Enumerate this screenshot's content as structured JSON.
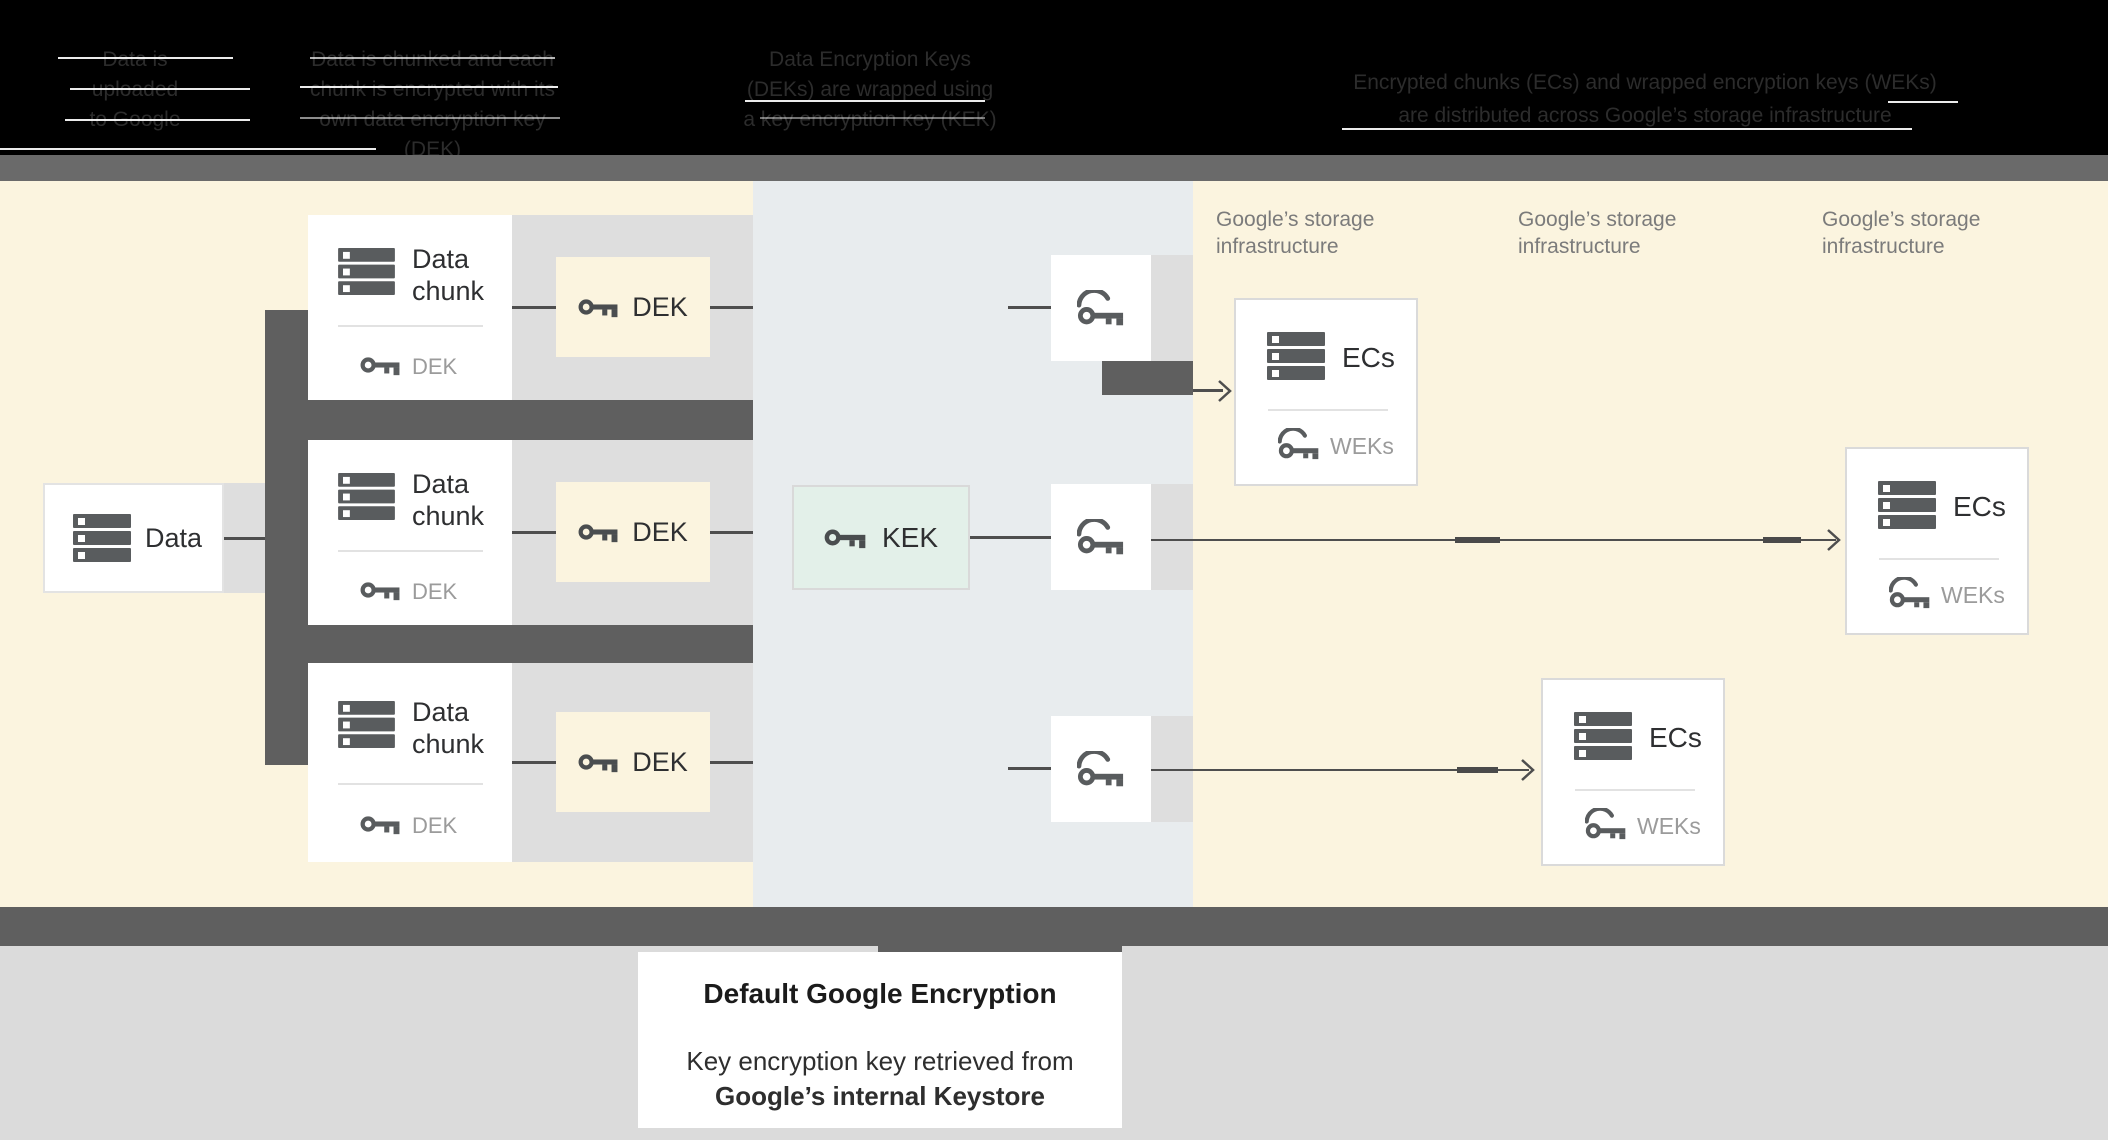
{
  "header": {
    "steps": [
      {
        "lines": [
          "Data is",
          "uploaded",
          "to Google"
        ]
      },
      {
        "lines": [
          "Data is chunked and each",
          "chunk is encrypted with its",
          "own data encryption key (DEK)"
        ]
      },
      {
        "lines": [
          "Data Encryption Keys",
          "(DEKs) are wrapped using",
          "a key encryption key (KEK)"
        ]
      },
      {
        "lines": [
          "Encrypted chunks (ECs) and wrapped encryption keys (WEKs)",
          "are distributed across Google’s storage infrastructure"
        ]
      }
    ]
  },
  "diagram": {
    "data_box": {
      "label": "Data"
    },
    "chunks": [
      {
        "label_line1": "Data",
        "label_line2": "chunk",
        "key_label": "DEK"
      },
      {
        "label_line1": "Data",
        "label_line2": "chunk",
        "key_label": "DEK"
      },
      {
        "label_line1": "Data",
        "label_line2": "chunk",
        "key_label": "DEK"
      }
    ],
    "dek_boxes": [
      {
        "label": "DEK"
      },
      {
        "label": "DEK"
      },
      {
        "label": "DEK"
      }
    ],
    "kek_box": {
      "label": "KEK"
    },
    "storage_labels": [
      {
        "line1": "Google’s storage",
        "line2": "infrastructure"
      },
      {
        "line1": "Google’s storage",
        "line2": "infrastructure"
      },
      {
        "line1": "Google’s storage",
        "line2": "infrastructure"
      }
    ],
    "ecs_boxes": [
      {
        "label": "ECs",
        "key_label": "WEKs"
      },
      {
        "label": "ECs",
        "key_label": "WEKs"
      },
      {
        "label": "ECs",
        "key_label": "WEKs"
      }
    ]
  },
  "caption": {
    "title": "Default Google Encryption",
    "body_line1": "Key encryption key retrieved from",
    "body_line2": "Google’s internal Keystore"
  },
  "colors": {
    "cream": "#fbf4df",
    "mid": "#e8ecee",
    "dark": "#5f5f5f",
    "topband": "#6a6a6a",
    "rowgray": "#dedede",
    "mint": "#e3f0e9",
    "footer": "#dbdbdb",
    "icon": "#595c5e",
    "textdark": "#2e2f31",
    "textgray": "#9b9b9b",
    "storage": "#7b7b7b",
    "line": "#4e4e4e"
  }
}
